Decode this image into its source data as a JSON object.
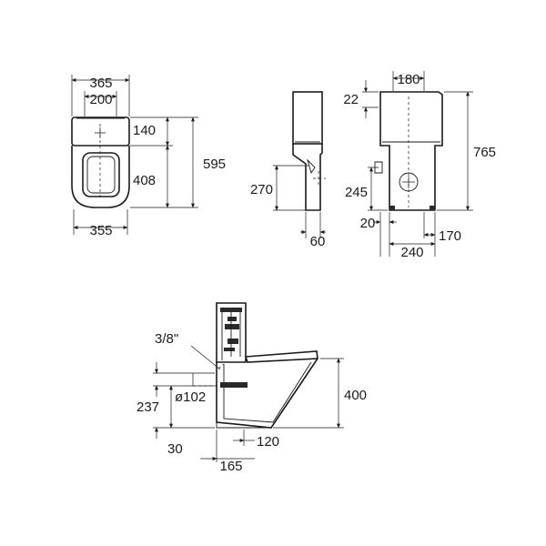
{
  "top_view": {
    "width_overall": "365",
    "width_tank": "200",
    "width_bowl": "355",
    "depth_outlet": "140",
    "depth_bowl": "408",
    "depth_overall": "595"
  },
  "side_view": {
    "floor_outlet_height": "270",
    "outlet_offset": "60"
  },
  "back_view": {
    "width_top": "180",
    "tank_top_offset": "22",
    "height_overall": "765",
    "inlet_height": "245",
    "inlet_offset": "20",
    "inlet_right": "170",
    "base_width": "240"
  },
  "section_view": {
    "inlet_thread": "3/8\"",
    "outlet_diameter": "ø102",
    "outlet_height": "237",
    "seat_height": "400",
    "floor_offset": "30",
    "outlet_pipe_offset": "120",
    "outlet_distance": "165"
  }
}
